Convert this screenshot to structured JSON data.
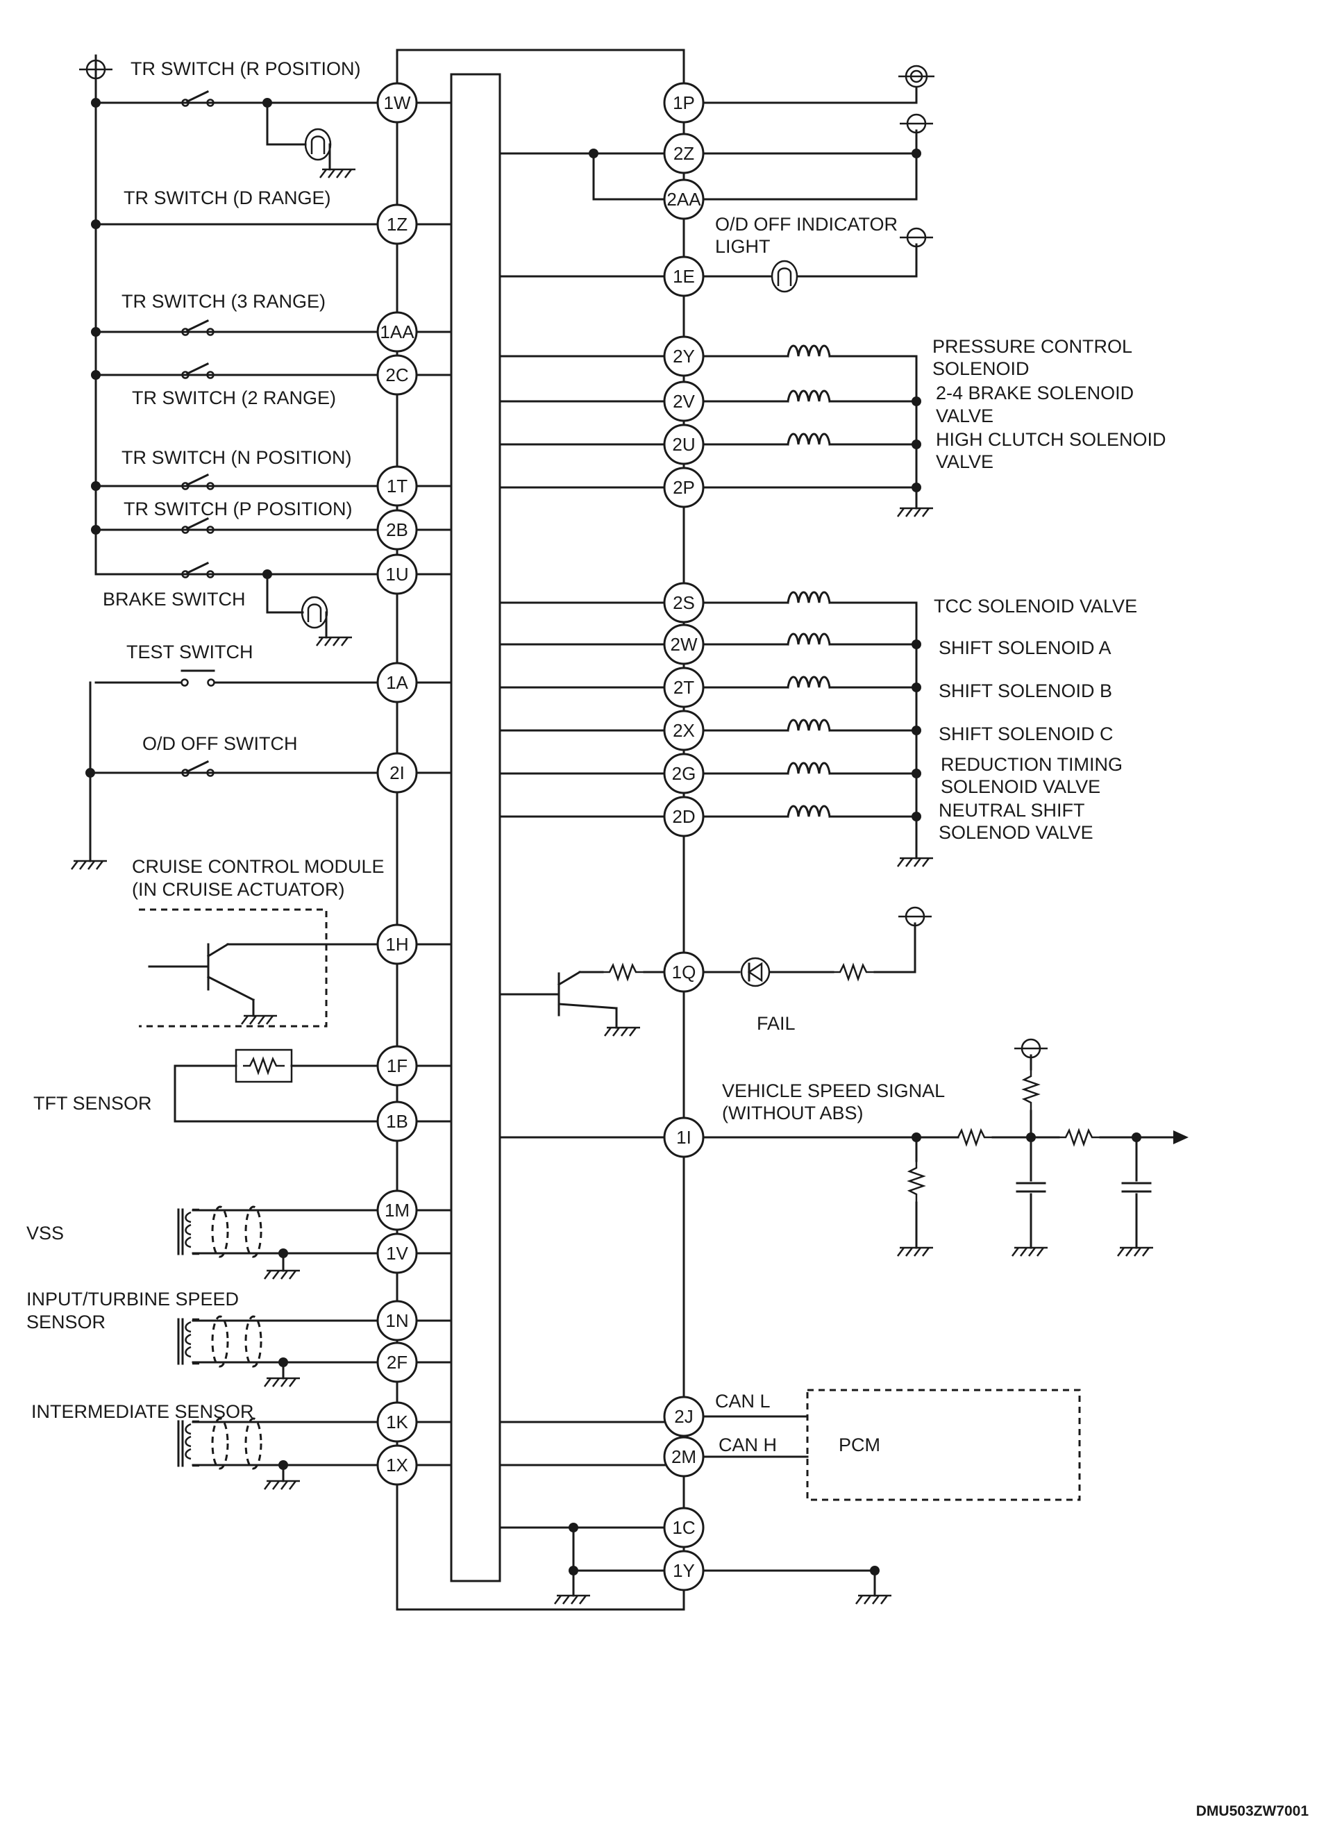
{
  "pins_left": [
    "1W",
    "1Z",
    "1AA",
    "2C",
    "1T",
    "2B",
    "1U",
    "1A",
    "2I",
    "1H",
    "1F",
    "1B",
    "1M",
    "1V",
    "1N",
    "2F",
    "1K",
    "1X"
  ],
  "pins_right": [
    "1P",
    "2Z",
    "2AA",
    "1E",
    "2Y",
    "2V",
    "2U",
    "2P",
    "2S",
    "2W",
    "2T",
    "2X",
    "2G",
    "2D",
    "1Q",
    "1I",
    "2J",
    "2M",
    "1C",
    "1Y"
  ],
  "labels_left": {
    "tr_r": "TR SWITCH (R POSITION)",
    "tr_d": "TR SWITCH (D RANGE)",
    "tr_3": "TR SWITCH (3 RANGE)",
    "tr_2": "TR SWITCH (2 RANGE)",
    "tr_n": "TR SWITCH (N POSITION)",
    "tr_p": "TR SWITCH (P POSITION)",
    "brake": "BRAKE SWITCH",
    "test": "TEST SWITCH",
    "od_off_sw": "O/D OFF SWITCH",
    "cruise_1": "CRUISE CONTROL MODULE",
    "cruise_2": "(IN CRUISE ACTUATOR)",
    "tft": "TFT SENSOR",
    "vss": "VSS",
    "turbine_1": "INPUT/TURBINE SPEED",
    "turbine_2": "SENSOR",
    "intermediate": "INTERMEDIATE SENSOR"
  },
  "labels_right": {
    "od_light_1": "O/D OFF INDICATOR",
    "od_light_2": "LIGHT",
    "pcs_1": "PRESSURE CONTROL",
    "pcs_2": "SOLENOID",
    "brake24_1": "2-4 BRAKE SOLENOID",
    "brake24_2": "VALVE",
    "high_1": "HIGH CLUTCH SOLENOID",
    "high_2": "VALVE",
    "tcc": "TCC SOLENOID VALVE",
    "shift_a": "SHIFT SOLENOID A",
    "shift_b": "SHIFT SOLENOID B",
    "shift_c": "SHIFT SOLENOID C",
    "reduction_1": "REDUCTION TIMING",
    "reduction_2": "SOLENOID VALVE",
    "neutral_1": "NEUTRAL SHIFT",
    "neutral_2": "SOLENOD VALVE",
    "fail": "FAIL",
    "vss_sig_1": "VEHICLE SPEED SIGNAL",
    "vss_sig_2": "(WITHOUT ABS)",
    "can_l": "CAN L",
    "can_h": "CAN H",
    "pcm": "PCM"
  },
  "reference": "DMU503ZW7001"
}
